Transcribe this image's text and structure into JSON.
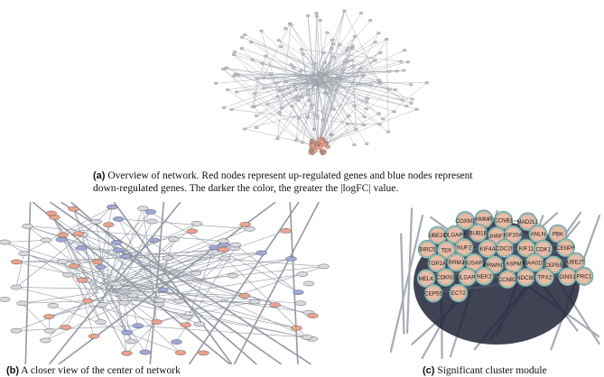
{
  "figure_a": {
    "label": "(a)",
    "caption_line1": "Overview of network. Red nodes represent up-regulated genes and blue nodes represent",
    "caption_line2": "down-regulated genes. The darker the color, the greater the |logFC| value."
  },
  "figure_b": {
    "label": "(b)",
    "caption": "A closer view of the center of network"
  },
  "figure_c": {
    "label": "(c)",
    "caption": "Significant cluster module",
    "genes": [
      "COXM1",
      "HMMR",
      "CCNB1",
      "MAD2L1",
      "UBE2C",
      "DLGAP5",
      "BUB1B",
      "UHRF1",
      "KIF20A",
      "ANLN",
      "PBK",
      "BIRC5",
      "TEK",
      "NUF2",
      "KIF4A",
      "CDC20",
      "KIF11",
      "CDK1",
      "CENPF",
      "TOP2A",
      "RRM2",
      "NUSAP1",
      "PRWINT",
      "ASPM",
      "KIAA0101",
      "CEP55",
      "UBE2T",
      "MELK",
      "CDKN3",
      "DLGAP5",
      "NEK2",
      "CCNB2",
      "NDC80",
      "TPX2",
      "GINS1",
      "PRC1",
      "CEP55",
      "ECT2"
    ]
  },
  "colors": {
    "edge": "#6f7683",
    "node_up": "#e8a48e",
    "node_down": "#9ea9d6",
    "node_neutral": "#c9c7cf",
    "cluster_fill": "#e9bca8",
    "cluster_ring": "#8ad6b0"
  }
}
